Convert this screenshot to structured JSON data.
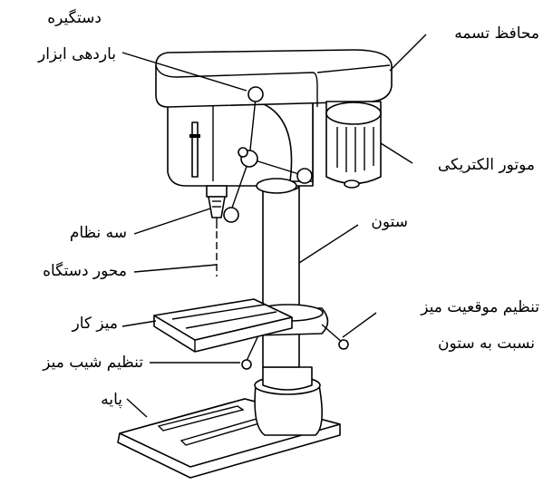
{
  "title": "اجزای دستگاه دریل ستونی",
  "labels": {
    "feed_handle_line1": "دستگیره",
    "feed_handle_line2": "باردهی ابزار",
    "belt_guard": "محافظ تسمه",
    "electric_motor": "موتور الکتریکی",
    "chuck": "سه نظام",
    "column": "ستون",
    "spindle_axis": "محور دستگاه",
    "table_position_line1": "تنظیم موقعیت میز",
    "table_position_line2": "نسبت به ستون",
    "work_table": "میز کار",
    "table_tilt": "تنظیم شیب میز",
    "base": "پایه"
  }
}
